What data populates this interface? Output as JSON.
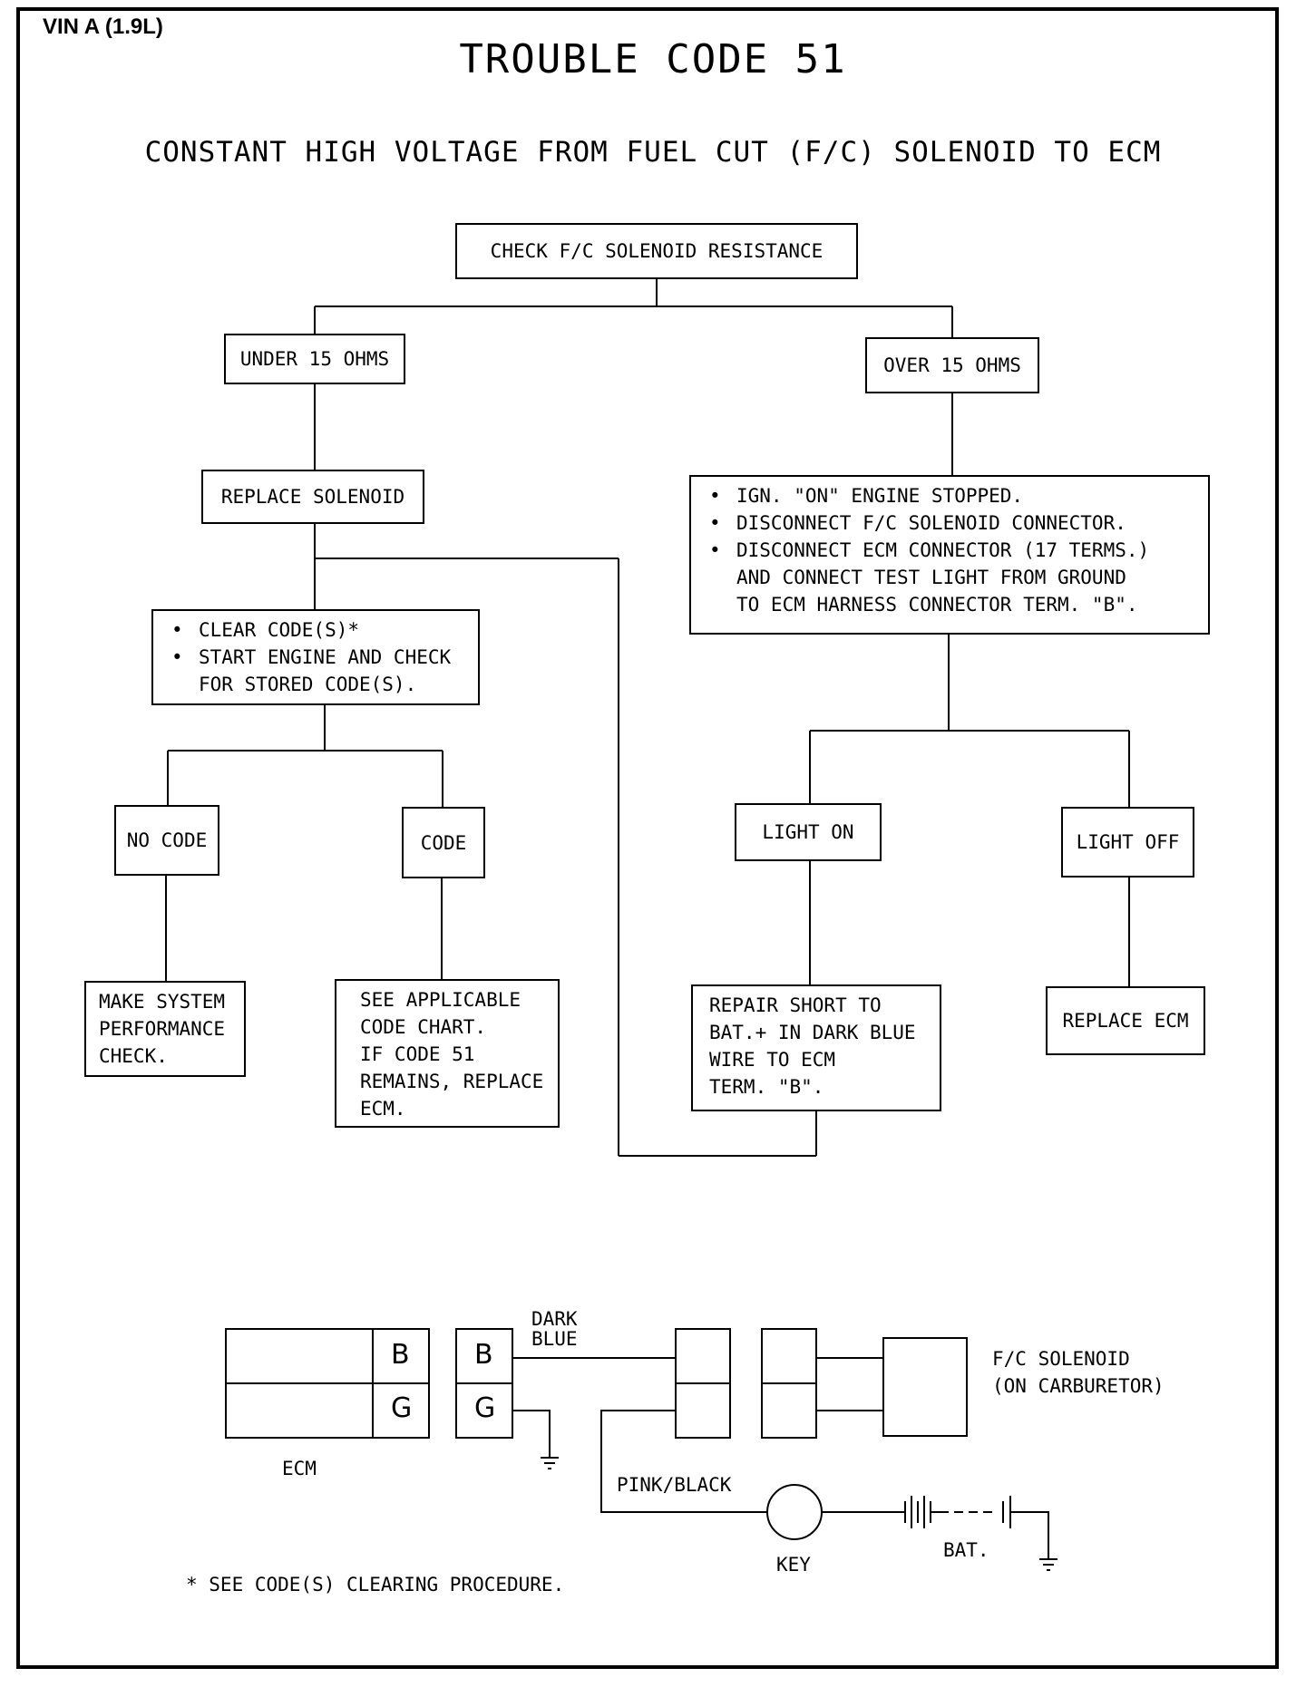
{
  "header": {
    "vin": "VIN A (1.9L)",
    "title": "TROUBLE CODE 51",
    "subtitle": "CONSTANT HIGH VOLTAGE FROM FUEL CUT (F/C) SOLENOID TO ECM"
  },
  "flow": {
    "check_resistance": "CHECK F/C SOLENOID RESISTANCE",
    "under_15": "UNDER 15 OHMS",
    "over_15": "OVER 15 OHMS",
    "replace_solenoid": "REPLACE SOLENOID",
    "clear_codes": {
      "items": [
        "CLEAR CODE(S)*",
        "START ENGINE AND CHECK",
        "FOR STORED CODE(S)."
      ]
    },
    "ign_steps": {
      "items": [
        "IGN. \"ON\" ENGINE STOPPED.",
        "DISCONNECT F/C SOLENOID CONNECTOR.",
        "DISCONNECT ECM CONNECTOR (17 TERMS.)",
        "AND CONNECT TEST LIGHT FROM GROUND",
        "TO ECM HARNESS CONNECTOR TERM. \"B\"."
      ]
    },
    "no_code": "NO CODE",
    "code": "CODE",
    "light_on": "LIGHT ON",
    "light_off": "LIGHT OFF",
    "make_system": [
      "MAKE SYSTEM",
      "PERFORMANCE",
      "CHECK."
    ],
    "see_applicable": [
      "SEE APPLICABLE",
      "CODE CHART.",
      "IF CODE 51",
      "REMAINS, REPLACE",
      "ECM."
    ],
    "repair_short": [
      "REPAIR SHORT TO",
      "BAT.+ IN DARK BLUE",
      "WIRE TO ECM",
      "TERM. \"B\"."
    ],
    "replace_ecm": "REPLACE ECM"
  },
  "schematic": {
    "ecm_pin_b": "B",
    "ecm_pin_g": "G",
    "conn_pin_b": "B",
    "conn_pin_g": "G",
    "ecm_label": "ECM",
    "wire_dark_blue": [
      "DARK",
      "BLUE"
    ],
    "wire_pink_black": "PINK/BLACK",
    "key_label": "KEY",
    "bat_label": "BAT.",
    "solenoid_label": [
      "F/C SOLENOID",
      "(ON CARBURETOR)"
    ]
  },
  "footnote": "* SEE CODE(S) CLEARING PROCEDURE."
}
